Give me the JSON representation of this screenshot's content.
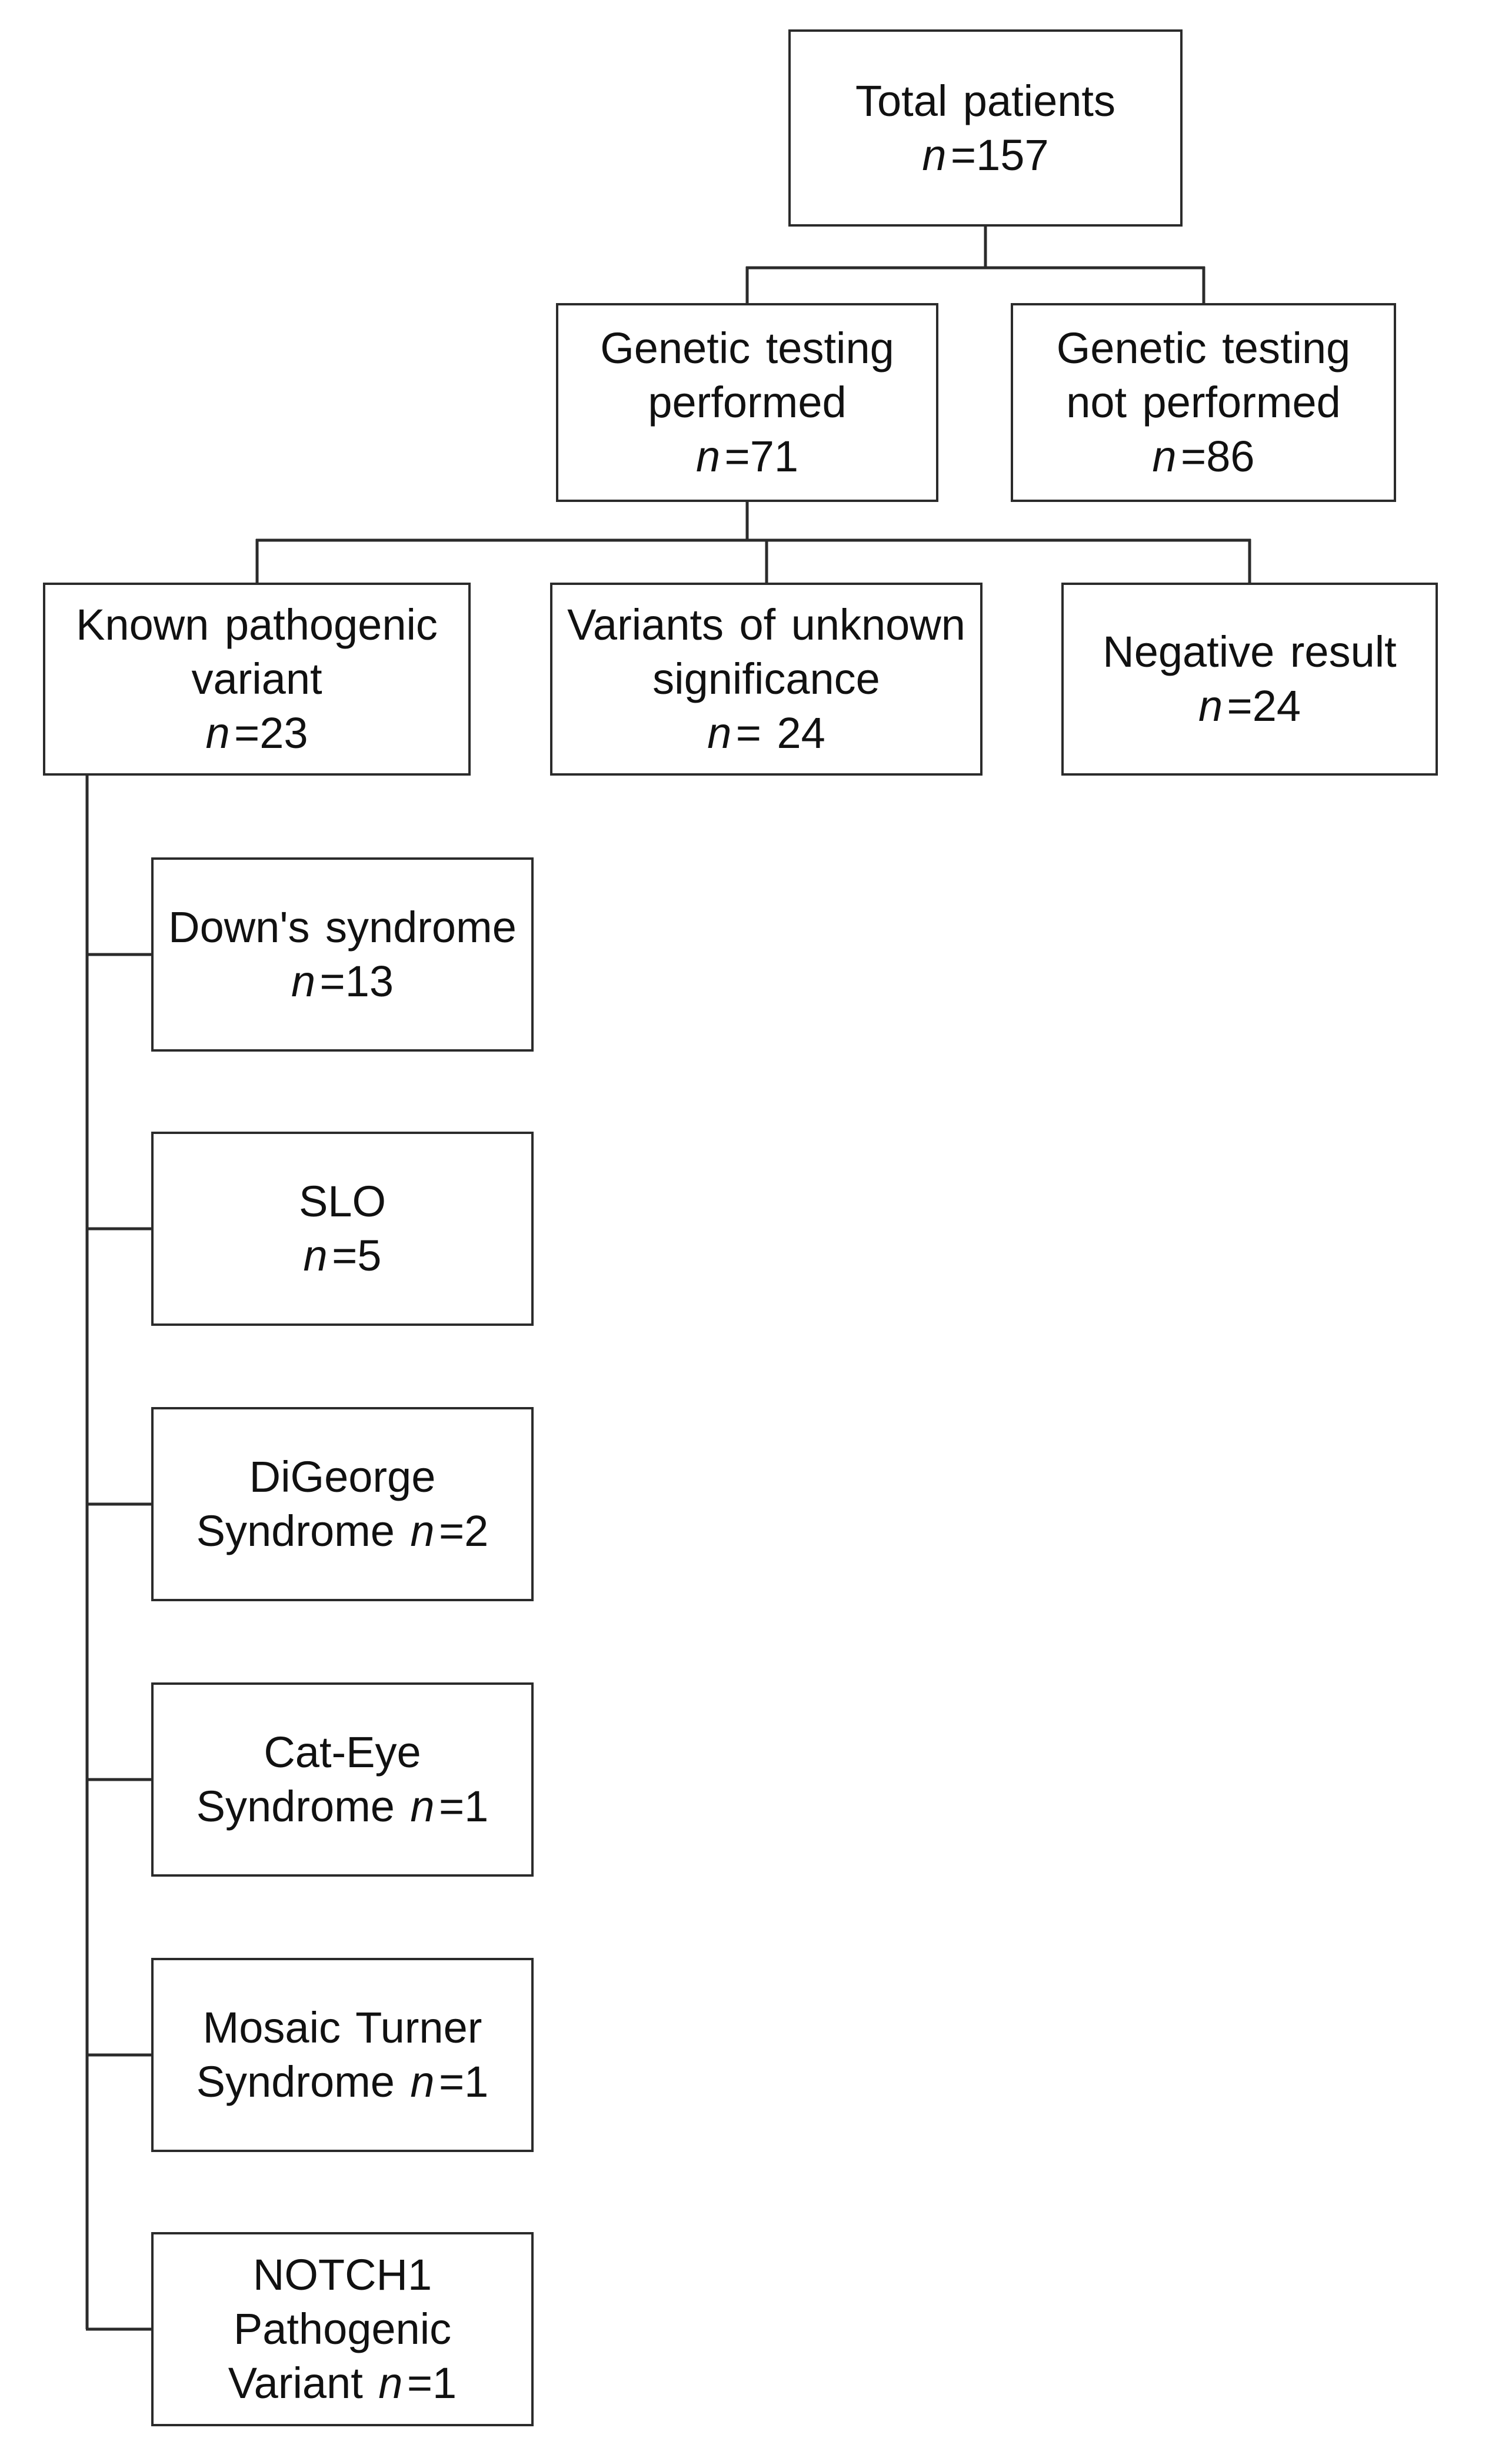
{
  "diagram": {
    "type": "flowchart",
    "background_color": "#ffffff",
    "line_color": "#2b2b2b",
    "text_color": "#111111"
  },
  "nodes": {
    "total": {
      "line1": "Total patients",
      "n": "n",
      "value": "=157"
    },
    "performed": {
      "line1": "Genetic testing",
      "line2": "performed",
      "n": "n",
      "value": "=71"
    },
    "not_performed": {
      "line1": "Genetic testing",
      "line2": "not performed",
      "n": "n",
      "value": "=86"
    },
    "known": {
      "line1": "Known pathogenic",
      "line2": "variant",
      "n": "n",
      "value": "=23"
    },
    "vus": {
      "line1": "Variants of unknown",
      "line2": "significance",
      "n": "n",
      "value": "= 24"
    },
    "negative": {
      "line1": "Negative result",
      "n": "n",
      "value": "=24"
    },
    "downs": {
      "line1": "Down's syndrome",
      "n": "n",
      "value": "=13"
    },
    "slo": {
      "line1": "SLO",
      "n": "n",
      "value": "=5"
    },
    "digeorge": {
      "line1": "DiGeorge",
      "prefix": "Syndrome ",
      "n": "n",
      "value": "=2"
    },
    "cateye": {
      "line1": "Cat-Eye",
      "prefix": "Syndrome ",
      "n": "n",
      "value": "=1"
    },
    "mosaic": {
      "line1": "Mosaic Turner",
      "prefix": "Syndrome ",
      "n": "n",
      "value": "=1"
    },
    "notch1": {
      "line1": "NOTCH1",
      "line2": "Pathogenic",
      "prefix": "Variant ",
      "n": "n",
      "value": "=1"
    }
  },
  "edges": [
    {
      "from": "total",
      "to": "performed"
    },
    {
      "from": "total",
      "to": "not_performed"
    },
    {
      "from": "performed",
      "to": "known"
    },
    {
      "from": "performed",
      "to": "vus"
    },
    {
      "from": "performed",
      "to": "negative"
    },
    {
      "from": "known",
      "to": "downs"
    },
    {
      "from": "known",
      "to": "slo"
    },
    {
      "from": "known",
      "to": "digeorge"
    },
    {
      "from": "known",
      "to": "cateye"
    },
    {
      "from": "known",
      "to": "mosaic"
    },
    {
      "from": "known",
      "to": "notch1"
    }
  ]
}
